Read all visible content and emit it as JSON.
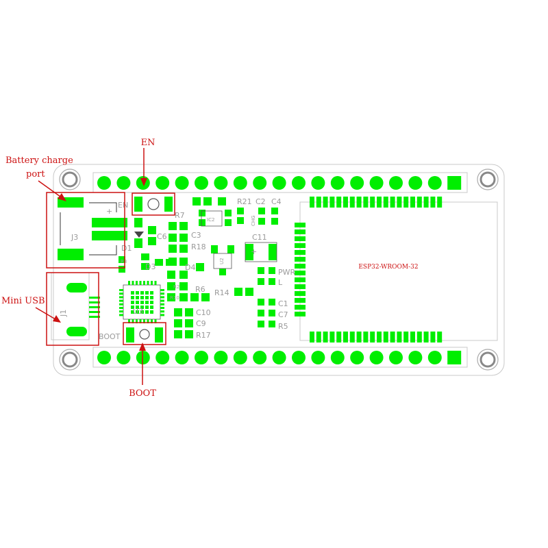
{
  "callouts": {
    "en": "EN",
    "battery_line1": "Battery charge",
    "battery_line2": "port",
    "mini_usb": "Mini USB",
    "boot": "BOOT"
  },
  "module": {
    "label": "ESP32-WROOM-32"
  },
  "silkscreen": {
    "en": "EN",
    "boot": "BOOT",
    "j3": "J3",
    "j1": "J1",
    "r7": "R7",
    "c3": "C3",
    "r18": "R18",
    "c6": "C6",
    "d1": "D1",
    "d3": "D3",
    "d4": "D4",
    "r6": "R6",
    "r14": "R14",
    "r21": "R21",
    "c2": "C2",
    "c4": "C4",
    "ic2": "IC2",
    "chg": "CHG",
    "u2": "U2",
    "c11": "C11",
    "pwr": "PWR",
    "l": "L",
    "c1": "C1",
    "c7": "C7",
    "r5": "R5",
    "c10": "C10",
    "c9": "C9",
    "r17": "R17",
    "u3": "U3",
    "r2": "R2",
    "r10": "R10",
    "r3": "R3",
    "plus": "+"
  },
  "colors": {
    "pad": "#00ee00",
    "callout": "#cc1111",
    "silk": "#9a9a9a"
  }
}
